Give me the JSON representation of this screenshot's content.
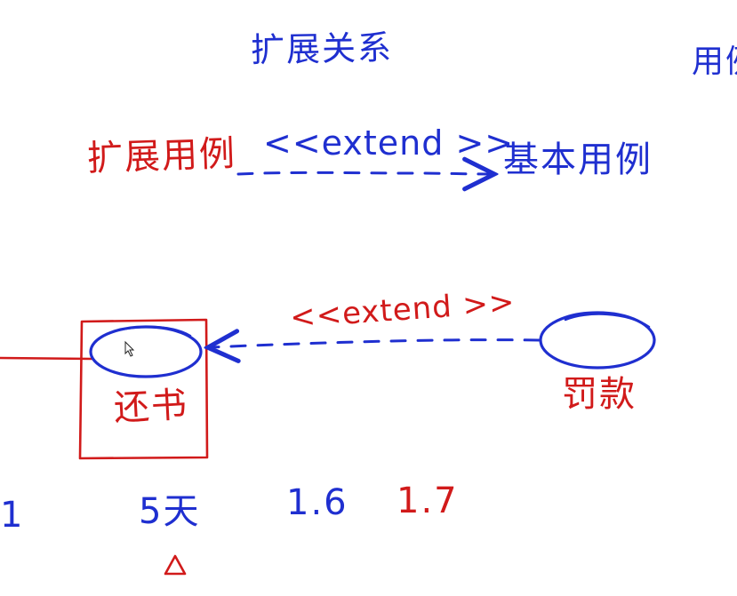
{
  "diagram": {
    "title": "扩展关系",
    "corner_text": "用例",
    "top_row": {
      "extension_use_case": "扩展用例",
      "stereotype": "<<extend >>",
      "base_use_case": "基本用例"
    },
    "bottom_row": {
      "stereotype": "<<extend >>",
      "base_use_case_label": "还书",
      "extension_use_case_label": "罚款"
    },
    "numbers": [
      "1",
      "5天",
      "1.6",
      "1.7"
    ]
  },
  "colors": {
    "blue_ink": "#1f2fd0",
    "red_ink": "#d11a1a",
    "background": "#ffffff"
  }
}
